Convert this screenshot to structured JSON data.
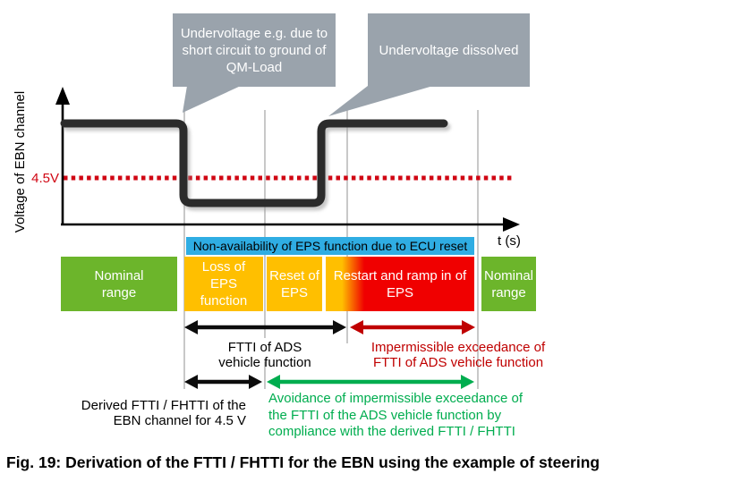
{
  "figure": {
    "caption": "Fig. 19: Derivation of the FTTI / FHTTI for the EBN using the example of steering",
    "y_axis_label": "Voltage of EBN channel",
    "x_axis_label": "t (s)",
    "threshold_label": "4.5V"
  },
  "callouts": [
    {
      "text": "Undervoltage e.g. due to\nshort circuit to ground of\nQM-Load"
    },
    {
      "text": "Undervoltage dissolved"
    }
  ],
  "status_bar": {
    "label": "Non-availability of EPS function due to ECU reset",
    "color": "#2FADE3"
  },
  "phases": [
    {
      "label": "Nominal\nrange",
      "color": "#6CB52B"
    },
    {
      "label": "Loss of\nEPS\nfunction",
      "color": "#FFBF00"
    },
    {
      "label": "Reset of\nEPS",
      "color": "#FFBF00"
    },
    {
      "label": "Restart and ramp in of\nEPS",
      "color": "#FFBF00 to #F00000 gradient"
    },
    {
      "label": "Nominal\nrange",
      "color": "#6CB52B"
    }
  ],
  "annotations": [
    {
      "label": "FTTI of ADS\nvehicle function",
      "color": "#000000"
    },
    {
      "label": "Impermissible exceedance of\nFTTI of ADS vehicle function",
      "color": "#C00000"
    },
    {
      "label": "Derived FTTI / FHTTI of the\nEBN channel for 4.5 V",
      "color": "#000000"
    },
    {
      "label": "Avoidance of impermissible exceedance of\nthe FTTI of the ADS vehicle function by\ncompliance with the derived FTTI / FHTTI",
      "color": "#00AD4F"
    }
  ],
  "colors": {
    "callout_gray": "#9AA3AC",
    "curve": "#2B2B2B",
    "threshold_red": "#D00613",
    "grid_gray": "#ABABAB",
    "arrow_dark_red": "#C00000",
    "arrow_green": "#00AD4F"
  }
}
